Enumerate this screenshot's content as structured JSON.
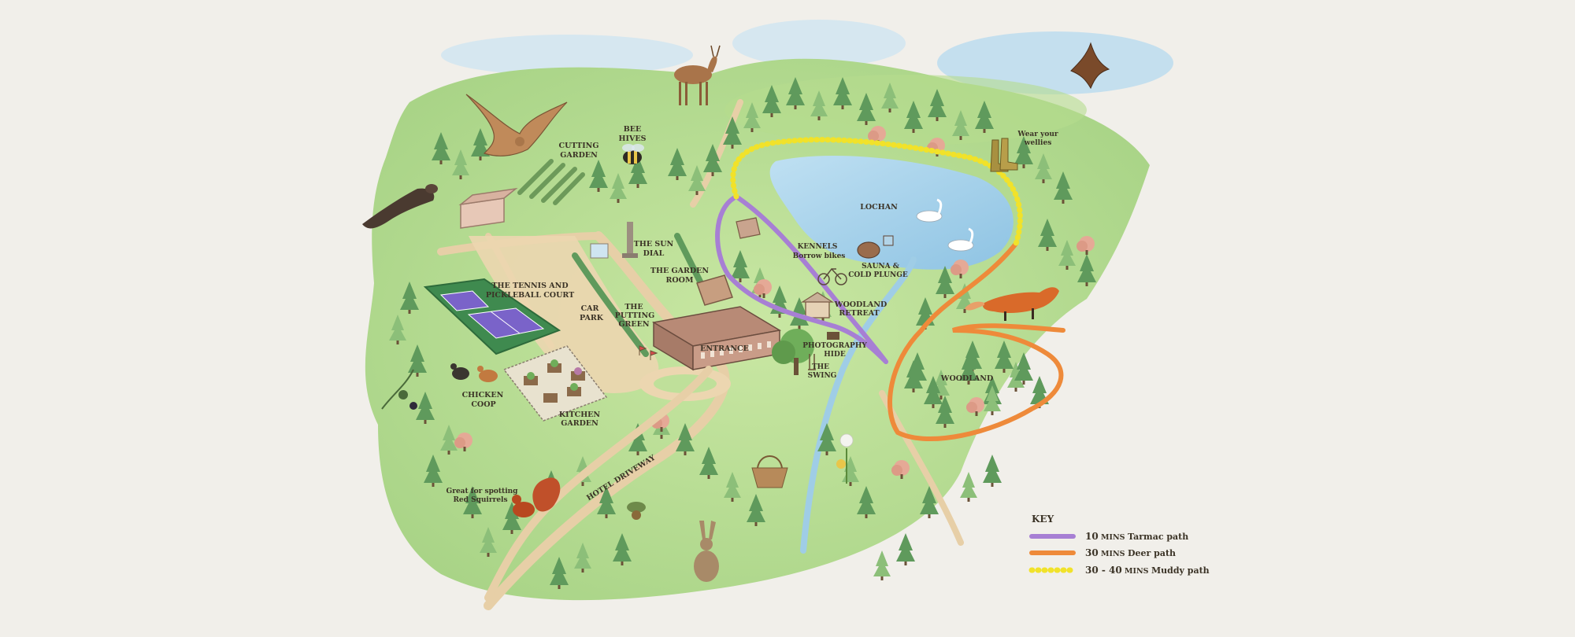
{
  "labels": {
    "cutting_garden_1": "CUTTING",
    "cutting_garden_2": "GARDEN",
    "bee_hives_1": "BEE",
    "bee_hives_2": "HIVES",
    "lochan": "LOCHAN",
    "wellies_1": "Wear your",
    "wellies_2": "wellies",
    "sun_dial_1": "THE SUN",
    "sun_dial_2": "DIAL",
    "garden_room_1": "THE GARDEN",
    "garden_room_2": "ROOM",
    "kennels_1": "KENNELS",
    "kennels_2": "Borrow bikes",
    "sauna_1": "SAUNA &",
    "sauna_2": "COLD PLUNGE",
    "tennis_1": "THE TENNIS AND",
    "tennis_2": "PICKLEBALL COURT",
    "car_park_1": "CAR",
    "car_park_2": "PARK",
    "putting_1": "THE",
    "putting_2": "PUTTING",
    "putting_3": "GREEN",
    "woodland_retreat_1": "WOODLAND",
    "woodland_retreat_2": "RETREAT",
    "entrance": "ENTRANCE",
    "photo_hide_1": "PHOTOGRAPHY",
    "photo_hide_2": "HIDE",
    "swing_1": "THE",
    "swing_2": "SWING",
    "woodland": "WOODLAND",
    "chicken_1": "CHICKEN",
    "chicken_2": "COOP",
    "kitchen_1": "KITCHEN",
    "kitchen_2": "GARDEN",
    "driveway": "HOTEL DRIVEWAY",
    "squirrels_1": "Great for spotting",
    "squirrels_2": "Red Squirrels"
  },
  "key": {
    "title": "KEY",
    "items": [
      {
        "time": "10",
        "mins": "MINS",
        "desc": "Tarmac path",
        "color": "#a77fd4",
        "style": "solid"
      },
      {
        "time": "30",
        "mins": "MINS",
        "desc": "Deer path",
        "color": "#ee8a3a",
        "style": "solid"
      },
      {
        "time": "30 - 40",
        "mins": "MINS",
        "desc": "Muddy path",
        "color": "#f1e22a",
        "style": "dotted"
      }
    ]
  },
  "colors": {
    "background": "#f1efea",
    "grass": "#bfe09a",
    "water": "#a8d2ea",
    "tarmac_path": "#a77fd4",
    "deer_path": "#ee8a3a",
    "muddy_path": "#f1e22a",
    "court": "#7a63c9"
  },
  "icons": [
    "deer-icon",
    "kestrel-icon",
    "red-kite-icon",
    "pine-marten-icon",
    "fox-icon",
    "swan-icon",
    "bee-icon",
    "wellies-icon",
    "squirrel-icon",
    "hare-icon",
    "hen-icon",
    "basket-icon",
    "dandelion-icon",
    "bicycle-icon"
  ]
}
